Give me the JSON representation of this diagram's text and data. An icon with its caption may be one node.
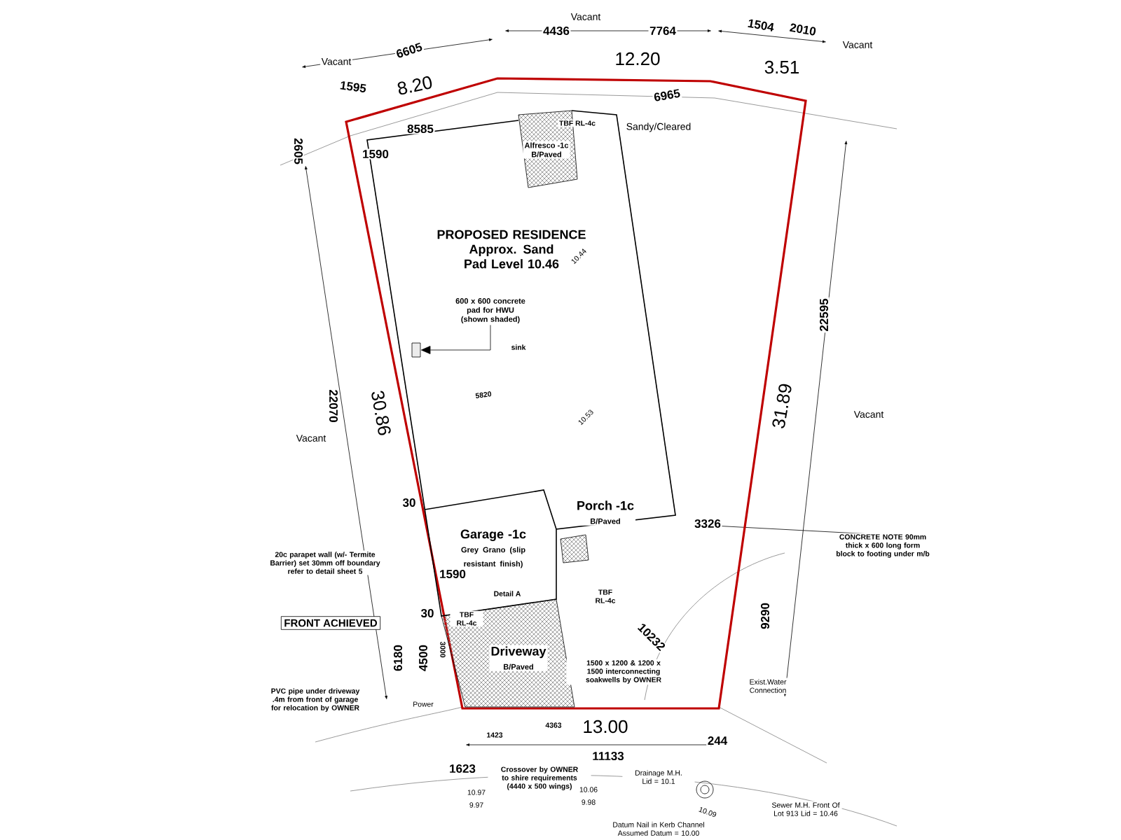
{
  "diagram": {
    "nodes": [
      {
        "text": [
          "Alfresco -1c",
          "B/Paved"
        ],
        "in": 1
      },
      {
        "text": [
          "PROPOSED RESIDENCE Approx. Sand Pad Level 10.46"
        ]
      },
      {
        "text": [
          "Garage -1c",
          "Grey Grano (slip resistant finish)"
        ],
        "in": 1
      },
      {
        "text": [
          "Porch -1c",
          "B/Paved"
        ],
        "in": 1
      },
      {
        "text": [
          "Driveway",
          "B/Paved"
        ]
      },
      {
        "text": [
          "600 x 600 concrete pad for HWU (shown shaded)"
        ],
        "in": 1
      },
      {
        "text": [],
        "shape": "box",
        "in": 1
      },
      {
        "text": [
          "FRONT ACHIEVED"
        ]
      }
    ],
    "edges": [
      {
        "from": 5,
        "to": 6,
        "arrow": "to"
      }
    ],
    "labels": [
      "6605",
      "4436",
      "Vacant",
      "7764",
      "1504",
      "2010",
      "Vacant",
      "Vacant",
      "1595",
      "8.20",
      "12.20",
      "3.51",
      "6965",
      "8585",
      "Sandy/Cleared",
      "TBF RL-4c",
      "1590",
      "2605",
      "22070",
      "30.86",
      "Vacant",
      "5820",
      "10.44",
      "10.53",
      "22595",
      "31.89",
      "Vacant",
      "30",
      "1590",
      "30",
      "3326",
      "CONCRETE NOTE 90mm thick x 600 long form block to footing under m/b",
      "20c parapet wall (w/- Termite Barrier) set 30mm off boundary refer to detail sheet 5",
      "Detail A",
      "TBF RL-4c",
      "TBF RL-4c",
      "6180",
      "4500",
      "3000",
      "10232",
      "1500 x 1200 & 1200 x 1500 interconnecting soakwells by OWNER",
      "9290",
      "Exist.Water Connection",
      "PVC pipe under driveway .4m from front of garage for relocation by OWNER",
      "Power",
      "1423",
      "4363",
      "13.00",
      "244",
      "1623",
      "11133",
      "Crossover by OWNER to shire requirements (4440 x 500 wings)",
      "Drainage M.H. Lid = 10.1",
      "10.97",
      "9.97",
      "10.06",
      "9.98",
      "10.09",
      "Sewer M.H. Front Of Lot 913 Lid = 10.46",
      "Datum Nail in Kerb Channel Assumed Datum = 10.00",
      "sink"
    ]
  }
}
